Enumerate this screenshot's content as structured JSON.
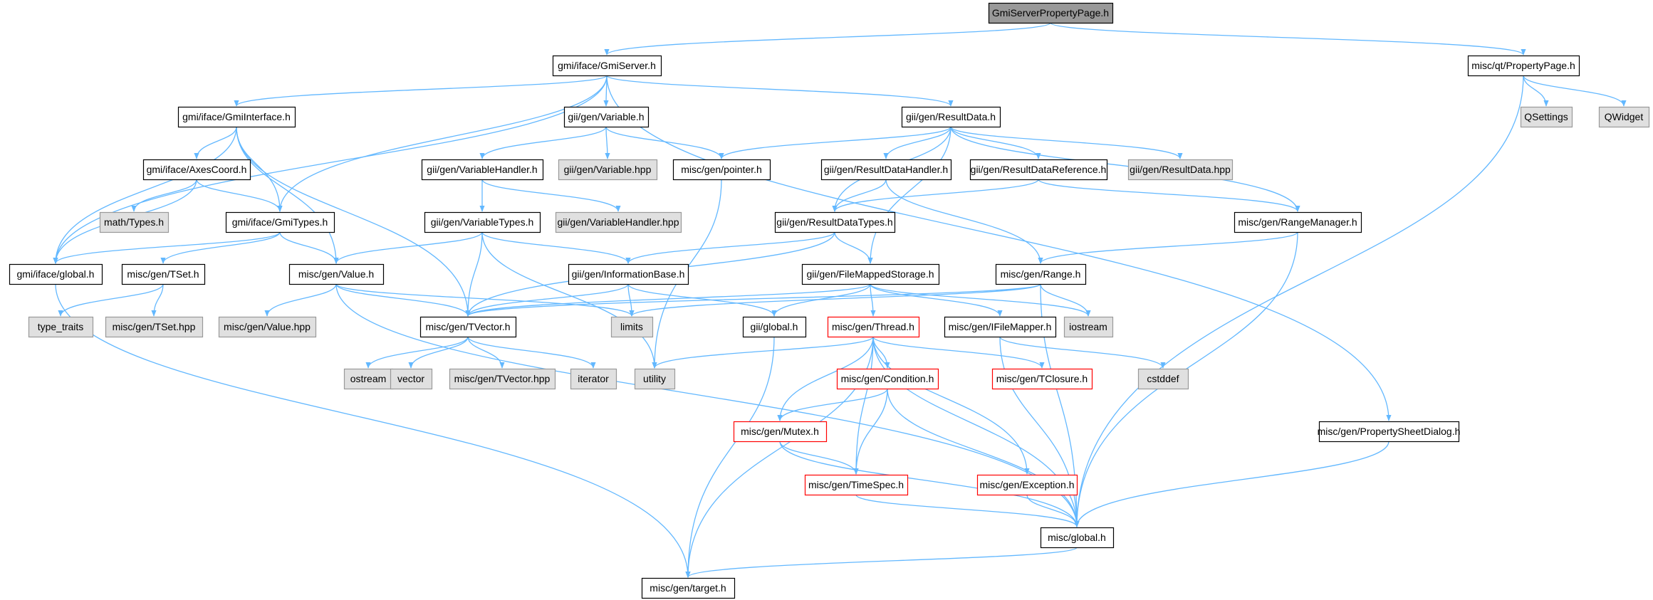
{
  "colors": {
    "edge": "#63b8ff",
    "root_fill": "#999999",
    "node_border": "#000000",
    "node_fill": "#ffffff",
    "system_header_fill": "#e0e0e0",
    "system_header_border": "#999999",
    "truncated_border": "#ff0000"
  },
  "nodes": [
    {
      "id": "root",
      "label": "GmiServerPropertyPage.h",
      "kind": "root"
    },
    {
      "id": "gmiserver",
      "label": "gmi/iface/GmiServer.h",
      "kind": "file"
    },
    {
      "id": "propertypage",
      "label": "misc/qt/PropertyPage.h",
      "kind": "file"
    },
    {
      "id": "gmiinterface",
      "label": "gmi/iface/GmiInterface.h",
      "kind": "file"
    },
    {
      "id": "variable_h",
      "label": "gii/gen/Variable.h",
      "kind": "file"
    },
    {
      "id": "resultdata_h",
      "label": "gii/gen/ResultData.h",
      "kind": "file"
    },
    {
      "id": "qsettings",
      "label": "QSettings",
      "kind": "system"
    },
    {
      "id": "qwidget",
      "label": "QWidget",
      "kind": "system"
    },
    {
      "id": "axescoord",
      "label": "gmi/iface/AxesCoord.h",
      "kind": "file"
    },
    {
      "id": "variablehandler_h",
      "label": "gii/gen/VariableHandler.h",
      "kind": "file"
    },
    {
      "id": "variable_hpp",
      "label": "gii/gen/Variable.hpp",
      "kind": "system"
    },
    {
      "id": "pointer",
      "label": "misc/gen/pointer.h",
      "kind": "file"
    },
    {
      "id": "resultdatahandler",
      "label": "gii/gen/ResultDataHandler.h",
      "kind": "file"
    },
    {
      "id": "resultdatareference",
      "label": "gii/gen/ResultDataReference.h",
      "kind": "file"
    },
    {
      "id": "resultdata_hpp",
      "label": "gii/gen/ResultData.hpp",
      "kind": "system"
    },
    {
      "id": "mathtypes",
      "label": "math/Types.h",
      "kind": "system"
    },
    {
      "id": "gmitypes",
      "label": "gmi/iface/GmiTypes.h",
      "kind": "file"
    },
    {
      "id": "variabletypes",
      "label": "gii/gen/VariableTypes.h",
      "kind": "file"
    },
    {
      "id": "variablehandler_hpp",
      "label": "gii/gen/VariableHandler.hpp",
      "kind": "system"
    },
    {
      "id": "resultdatatypes",
      "label": "gii/gen/ResultDataTypes.h",
      "kind": "file"
    },
    {
      "id": "rangemanager",
      "label": "misc/gen/RangeManager.h",
      "kind": "file"
    },
    {
      "id": "ifaceglobal",
      "label": "gmi/iface/global.h",
      "kind": "file"
    },
    {
      "id": "tset_h",
      "label": "misc/gen/TSet.h",
      "kind": "file"
    },
    {
      "id": "value_h",
      "label": "misc/gen/Value.h",
      "kind": "file"
    },
    {
      "id": "informationbase",
      "label": "gii/gen/InformationBase.h",
      "kind": "file"
    },
    {
      "id": "filemappedstorage",
      "label": "gii/gen/FileMappedStorage.h",
      "kind": "file"
    },
    {
      "id": "range_h",
      "label": "misc/gen/Range.h",
      "kind": "file"
    },
    {
      "id": "type_traits",
      "label": "type_traits",
      "kind": "system"
    },
    {
      "id": "tset_hpp",
      "label": "misc/gen/TSet.hpp",
      "kind": "system"
    },
    {
      "id": "value_hpp",
      "label": "misc/gen/Value.hpp",
      "kind": "system"
    },
    {
      "id": "tvector_h",
      "label": "misc/gen/TVector.h",
      "kind": "file"
    },
    {
      "id": "limits",
      "label": "limits",
      "kind": "system"
    },
    {
      "id": "giiglobal",
      "label": "gii/global.h",
      "kind": "file"
    },
    {
      "id": "thread",
      "label": "misc/gen/Thread.h",
      "kind": "truncated"
    },
    {
      "id": "ifilemapper",
      "label": "misc/gen/IFileMapper.h",
      "kind": "file"
    },
    {
      "id": "iostream",
      "label": "iostream",
      "kind": "system"
    },
    {
      "id": "ostream",
      "label": "ostream",
      "kind": "system"
    },
    {
      "id": "vector",
      "label": "vector",
      "kind": "system"
    },
    {
      "id": "tvector_hpp",
      "label": "misc/gen/TVector.hpp",
      "kind": "system"
    },
    {
      "id": "iterator",
      "label": "iterator",
      "kind": "system"
    },
    {
      "id": "utility",
      "label": "utility",
      "kind": "system"
    },
    {
      "id": "condition",
      "label": "misc/gen/Condition.h",
      "kind": "truncated"
    },
    {
      "id": "tclosure",
      "label": "misc/gen/TClosure.h",
      "kind": "truncated"
    },
    {
      "id": "cstddef",
      "label": "cstddef",
      "kind": "system"
    },
    {
      "id": "mutex",
      "label": "misc/gen/Mutex.h",
      "kind": "truncated"
    },
    {
      "id": "propertysheetdialog",
      "label": "misc/gen/PropertySheetDialog.h",
      "kind": "file"
    },
    {
      "id": "timespec",
      "label": "misc/gen/TimeSpec.h",
      "kind": "truncated"
    },
    {
      "id": "exception",
      "label": "misc/gen/Exception.h",
      "kind": "truncated"
    },
    {
      "id": "miscglobal",
      "label": "misc/global.h",
      "kind": "file"
    },
    {
      "id": "target",
      "label": "misc/gen/target.h",
      "kind": "file"
    }
  ],
  "edges": [
    [
      "root",
      "gmiserver"
    ],
    [
      "root",
      "propertypage"
    ],
    [
      "gmiserver",
      "gmiinterface"
    ],
    [
      "gmiserver",
      "variable_h"
    ],
    [
      "gmiserver",
      "resultdata_h"
    ],
    [
      "gmiserver",
      "gmitypes"
    ],
    [
      "gmiserver",
      "ifaceglobal"
    ],
    [
      "gmiserver",
      "propertysheetdialog"
    ],
    [
      "propertypage",
      "qsettings"
    ],
    [
      "propertypage",
      "qwidget"
    ],
    [
      "propertypage",
      "miscglobal"
    ],
    [
      "gmiinterface",
      "axescoord"
    ],
    [
      "gmiinterface",
      "gmitypes"
    ],
    [
      "gmiinterface",
      "ifaceglobal"
    ],
    [
      "gmiinterface",
      "value_h"
    ],
    [
      "gmiinterface",
      "tvector_h"
    ],
    [
      "variable_h",
      "variablehandler_h"
    ],
    [
      "variable_h",
      "variable_hpp"
    ],
    [
      "variable_h",
      "pointer"
    ],
    [
      "resultdata_h",
      "pointer"
    ],
    [
      "resultdata_h",
      "resultdatahandler"
    ],
    [
      "resultdata_h",
      "resultdatareference"
    ],
    [
      "resultdata_h",
      "resultdata_hpp"
    ],
    [
      "resultdata_h",
      "resultdatatypes"
    ],
    [
      "resultdata_h",
      "rangemanager"
    ],
    [
      "resultdata_h",
      "filemappedstorage"
    ],
    [
      "axescoord",
      "mathtypes"
    ],
    [
      "axescoord",
      "gmitypes"
    ],
    [
      "axescoord",
      "ifaceglobal"
    ],
    [
      "variablehandler_h",
      "variabletypes"
    ],
    [
      "variablehandler_h",
      "variablehandler_hpp"
    ],
    [
      "pointer",
      "utility"
    ],
    [
      "resultdatahandler",
      "resultdatatypes"
    ],
    [
      "resultdatahandler",
      "range_h"
    ],
    [
      "resultdatareference",
      "resultdatatypes"
    ],
    [
      "resultdatareference",
      "rangemanager"
    ],
    [
      "gmitypes",
      "ifaceglobal"
    ],
    [
      "gmitypes",
      "tset_h"
    ],
    [
      "gmitypes",
      "value_h"
    ],
    [
      "variabletypes",
      "value_h"
    ],
    [
      "variabletypes",
      "tvector_h"
    ],
    [
      "variabletypes",
      "informationbase"
    ],
    [
      "variabletypes",
      "utility"
    ],
    [
      "resultdatatypes",
      "informationbase"
    ],
    [
      "resultdatatypes",
      "tvector_h"
    ],
    [
      "resultdatatypes",
      "filemappedstorage"
    ],
    [
      "rangemanager",
      "range_h"
    ],
    [
      "rangemanager",
      "miscglobal"
    ],
    [
      "ifaceglobal",
      "target"
    ],
    [
      "tset_h",
      "type_traits"
    ],
    [
      "tset_h",
      "tset_hpp"
    ],
    [
      "value_h",
      "value_hpp"
    ],
    [
      "value_h",
      "tvector_h"
    ],
    [
      "value_h",
      "limits"
    ],
    [
      "value_h",
      "miscglobal"
    ],
    [
      "informationbase",
      "tvector_h"
    ],
    [
      "informationbase",
      "limits"
    ],
    [
      "informationbase",
      "giiglobal"
    ],
    [
      "filemappedstorage",
      "tvector_h"
    ],
    [
      "filemappedstorage",
      "giiglobal"
    ],
    [
      "filemappedstorage",
      "thread"
    ],
    [
      "filemappedstorage",
      "ifilemapper"
    ],
    [
      "filemappedstorage",
      "iostream"
    ],
    [
      "range_h",
      "tvector_h"
    ],
    [
      "range_h",
      "limits"
    ],
    [
      "range_h",
      "iostream"
    ],
    [
      "range_h",
      "miscglobal"
    ],
    [
      "tvector_h",
      "ostream"
    ],
    [
      "tvector_h",
      "vector"
    ],
    [
      "tvector_h",
      "tvector_hpp"
    ],
    [
      "tvector_h",
      "iterator"
    ],
    [
      "giiglobal",
      "target"
    ],
    [
      "thread",
      "utility"
    ],
    [
      "thread",
      "condition"
    ],
    [
      "thread",
      "tclosure"
    ],
    [
      "thread",
      "mutex"
    ],
    [
      "thread",
      "timespec"
    ],
    [
      "thread",
      "exception"
    ],
    [
      "thread",
      "miscglobal"
    ],
    [
      "thread",
      "target"
    ],
    [
      "ifilemapper",
      "cstddef"
    ],
    [
      "ifilemapper",
      "miscglobal"
    ],
    [
      "condition",
      "mutex"
    ],
    [
      "condition",
      "timespec"
    ],
    [
      "condition",
      "miscglobal"
    ],
    [
      "mutex",
      "timespec"
    ],
    [
      "mutex",
      "miscglobal"
    ],
    [
      "propertysheetdialog",
      "miscglobal"
    ],
    [
      "timespec",
      "miscglobal"
    ],
    [
      "exception",
      "miscglobal"
    ],
    [
      "miscglobal",
      "target"
    ]
  ]
}
